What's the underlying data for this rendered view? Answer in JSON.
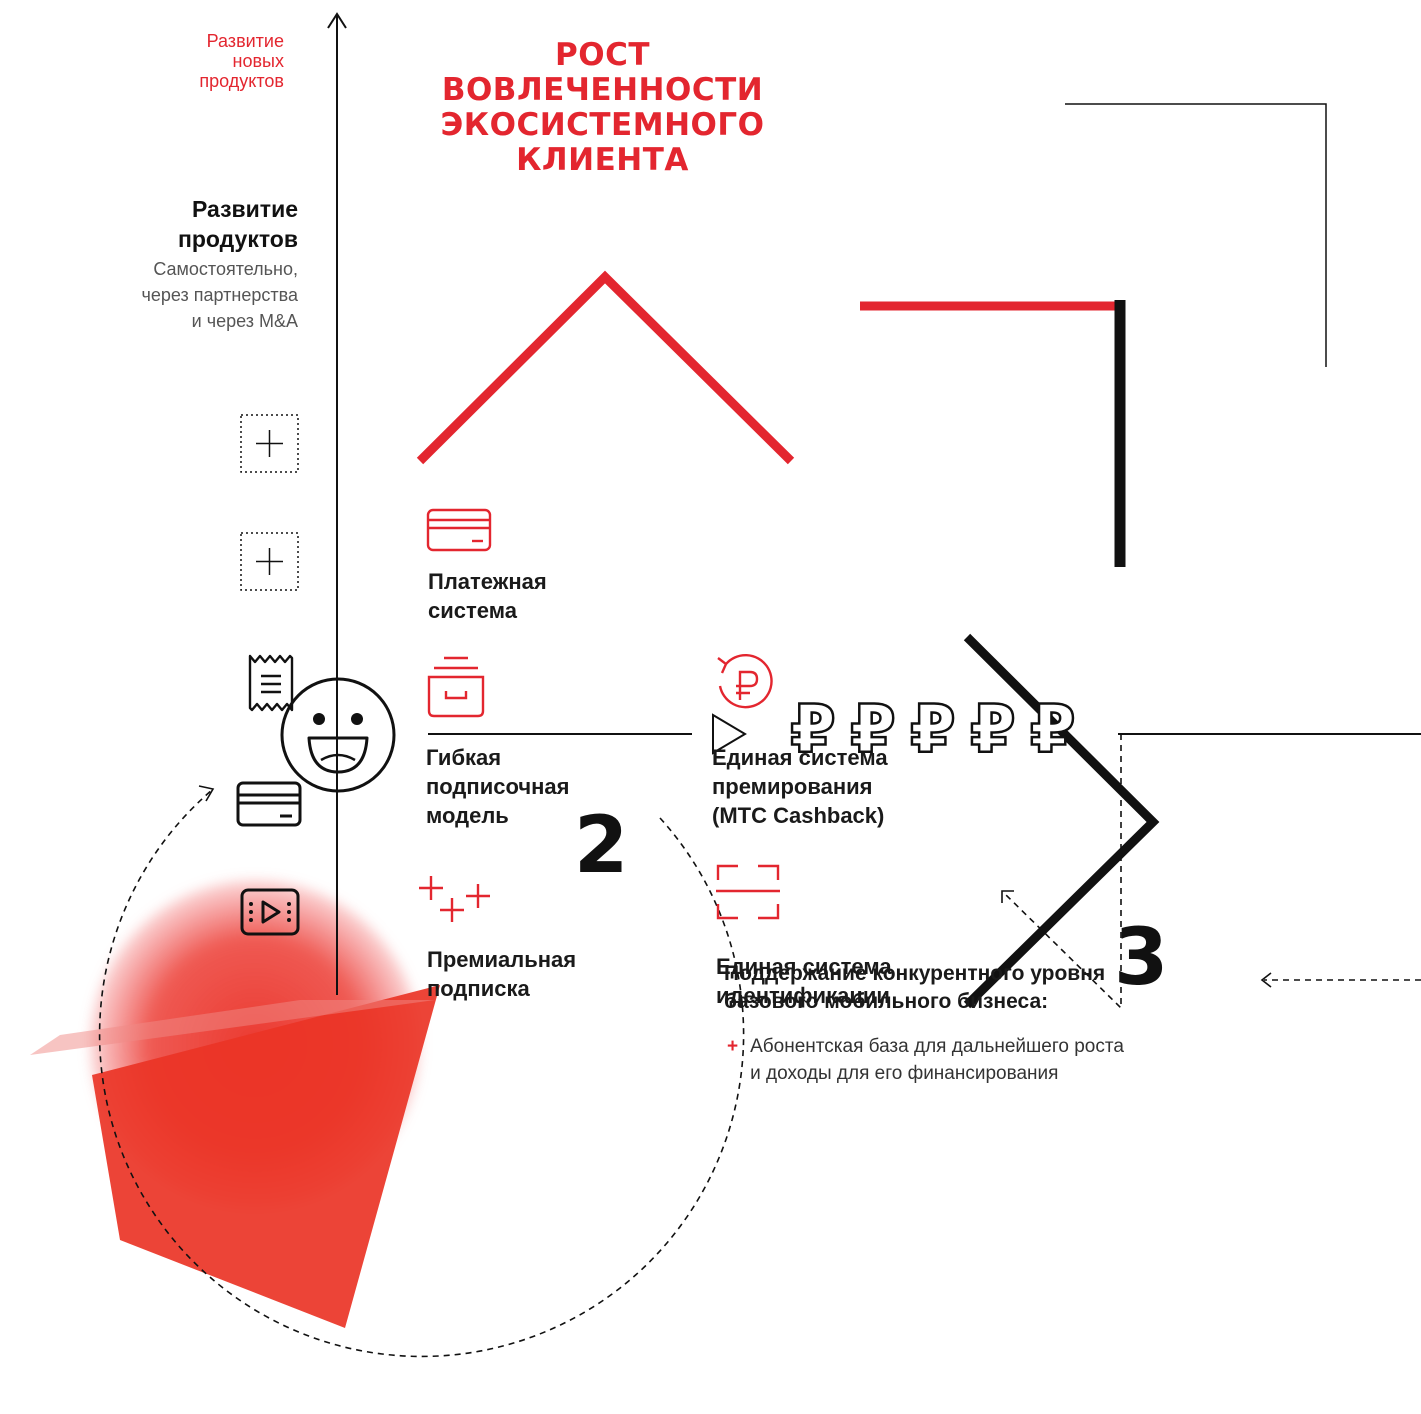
{
  "colors": {
    "accent": "#e3262f",
    "ink": "#111111"
  },
  "axis_note": [
    "Развитие",
    "новых",
    "продуктов"
  ],
  "headline": [
    "РОСТ ВОВЛЕЧЕННОСТИ",
    "ЭКОСИСТЕМНОГО",
    "КЛИЕНТА"
  ],
  "product_dev": {
    "title": [
      "Развитие",
      "продуктов"
    ],
    "subtitle": [
      "Самостоятельно,",
      "через партнерства",
      "и через M&A"
    ]
  },
  "sidebar_icons": [
    "add-square-icon",
    "add-square-icon",
    "receipt-icon",
    "card-icon",
    "video-icon"
  ],
  "features": [
    {
      "icon": "card-icon",
      "label": "Платежная\nсистема"
    },
    {
      "icon": "subscription-box-icon",
      "label": "Гибкая\nподписочная\nмодель"
    },
    {
      "icon": "cashback-ruble-icon",
      "label": "Единая система\nпремирования\n(МТС Cashback)"
    },
    {
      "icon": "plus-stars-icon",
      "label": "Премиальная\nподписка"
    },
    {
      "icon": "scan-frame-icon",
      "label": "Единая система\nидентификации"
    }
  ],
  "step_numbers": {
    "two": "2",
    "three": "3"
  },
  "rubles": [
    "₽",
    "₽",
    "₽",
    "₽",
    "₽"
  ],
  "support": {
    "title": [
      "Поддержание конкурентного уровня",
      "базового мобильного бизнеса:"
    ],
    "bullet": [
      "Абонентская база для дальнейшего роста",
      "и доходы для его финансирования"
    ],
    "bullet_marker": "+"
  }
}
